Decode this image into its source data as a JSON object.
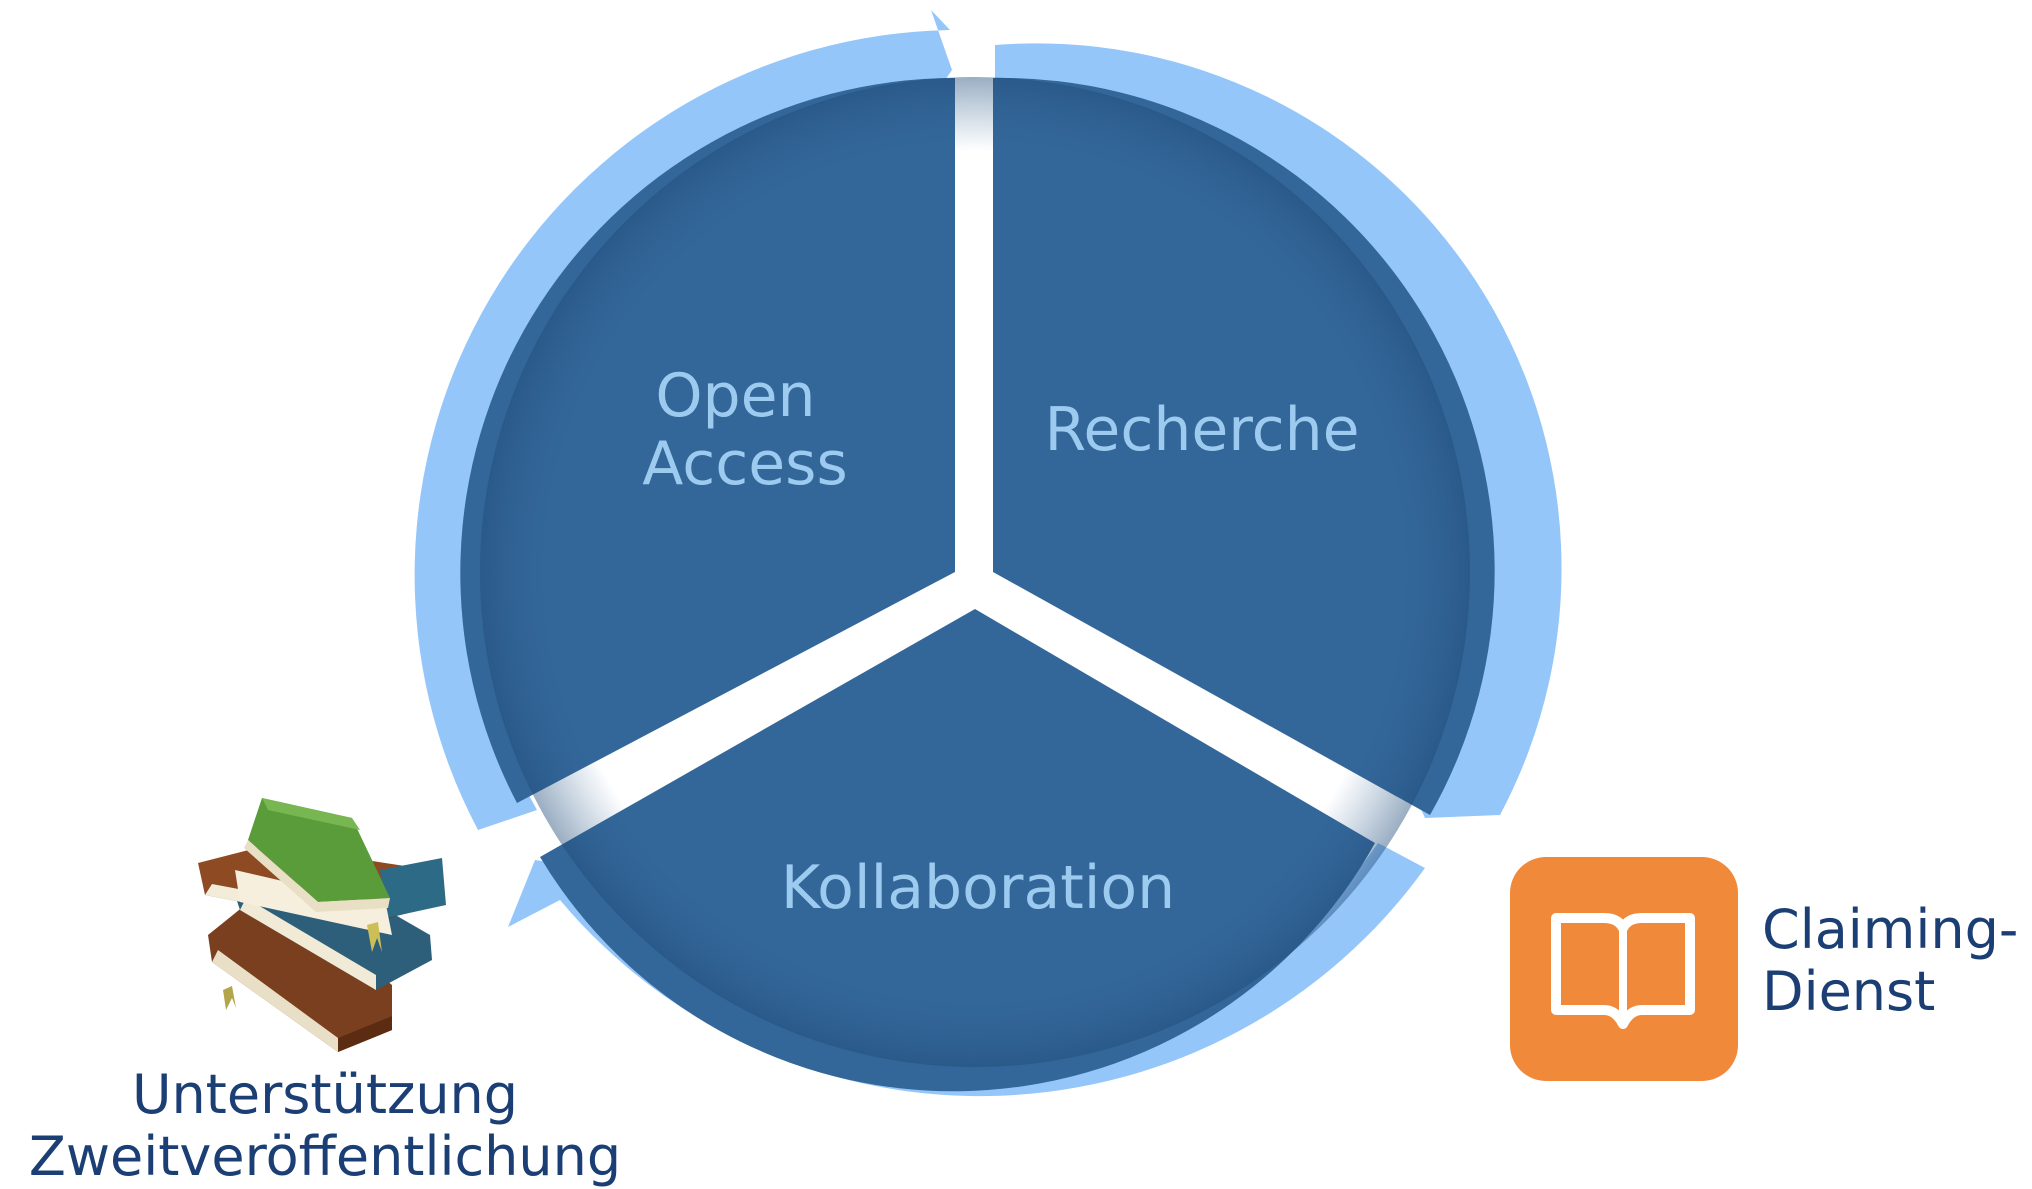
{
  "cycle": {
    "segments": [
      {
        "id": "open-access",
        "lines": [
          "Open",
          "Access"
        ]
      },
      {
        "id": "recherche",
        "lines": [
          "Recherche"
        ]
      },
      {
        "id": "kollaboration",
        "lines": [
          "Kollaboration"
        ]
      }
    ]
  },
  "badges": {
    "books": {
      "icon": "books-stack-icon",
      "lines": [
        "Unterstützung",
        "Zweitveröffentlichung"
      ]
    },
    "claiming": {
      "icon": "open-book-icon",
      "lines": [
        "Claiming-",
        "Dienst"
      ]
    }
  },
  "colors": {
    "segment": "#336699",
    "segment_text": "#9dcbf0",
    "ring_arrows": "#95c6fa",
    "side_text": "#1b3f74",
    "claiming_icon_bg": "#f0893a"
  }
}
